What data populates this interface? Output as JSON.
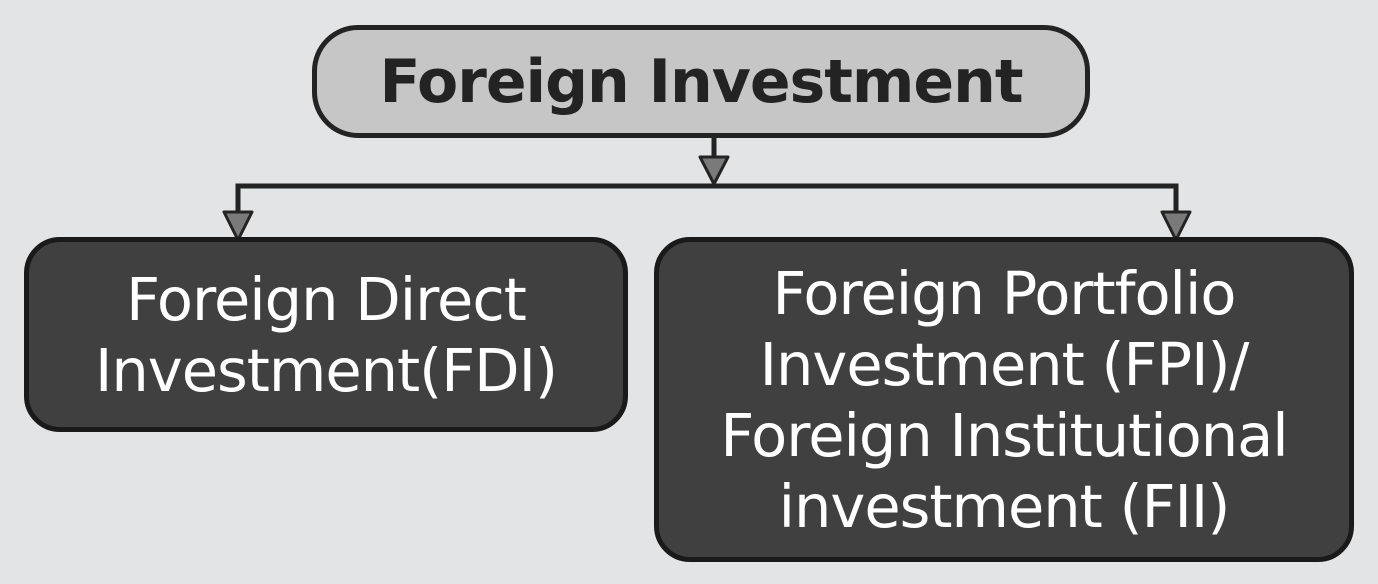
{
  "diagram": {
    "root": {
      "label": "Foreign Investment"
    },
    "children": [
      {
        "label": "Foreign Direct Investment(FDI)"
      },
      {
        "label": "Foreign Portfolio Investment (FPI)/ Foreign Institutional investment (FII)"
      }
    ]
  },
  "colors": {
    "background": "#e3e4e6",
    "root_fill": "#c6c6c6",
    "child_fill": "#404040",
    "line": "#232323",
    "arrow_fill": "#7a7a7a"
  }
}
